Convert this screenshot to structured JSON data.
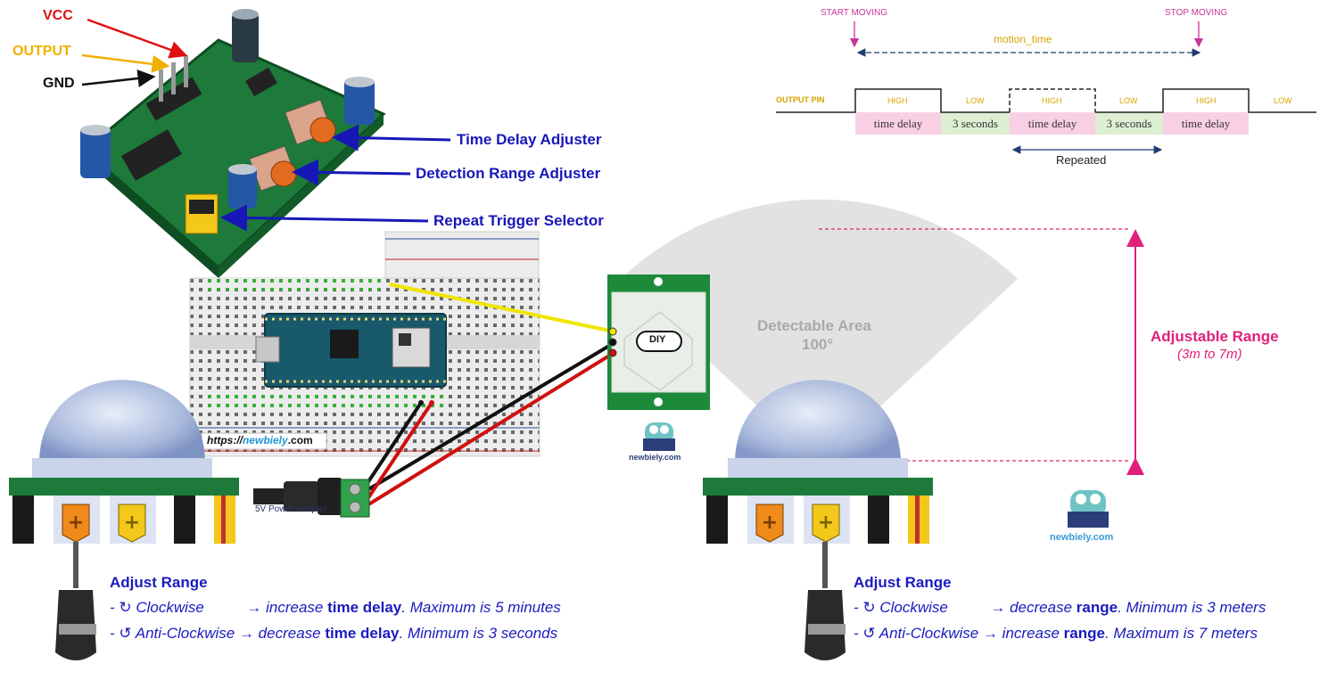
{
  "pins": {
    "vcc": "VCC",
    "output": "OUTPUT",
    "gnd": "GND"
  },
  "callouts": {
    "time_delay": "Time Delay Adjuster",
    "detection_range": "Detection Range Adjuster",
    "repeat_trigger": "Repeat Trigger Selector"
  },
  "timing": {
    "start": "START MOVING",
    "stop": "STOP MOVING",
    "motion_time": "motion_time",
    "output_pin": "OUTPUT PIN",
    "states": [
      "HIGH",
      "LOW",
      "HIGH",
      "LOW",
      "HIGH",
      "LOW"
    ],
    "boxes": [
      "time delay",
      "3 seconds",
      "time delay",
      "3 seconds",
      "time delay"
    ],
    "repeated": "Repeated"
  },
  "breadboard": {
    "url_prefix": "https://",
    "url_brand": "newbiely",
    "url_suffix": ".com"
  },
  "adapter_label": "5V Power Adapter",
  "sensor_logo": "DIY",
  "watermark": "newbiely.com",
  "detect": {
    "title": "Detectable Area",
    "angle": "100°"
  },
  "range": {
    "title": "Adjustable Range",
    "sub": "(3m to 7m)"
  },
  "left_adjust": {
    "title": "Adjust Range",
    "cw_prefix": "- ",
    "cw_sym": "↻",
    "cw_label": "Clockwise",
    "cw_action": "→ increase",
    "cw_bold": "time delay",
    "cw_rest": ". Maximum  is 5 minutes",
    "acw_prefix": "- ",
    "acw_sym": "↺",
    "acw_label": "Anti-Clockwise",
    "acw_action": "→ decrease",
    "acw_bold": "time delay",
    "acw_rest": ". Minimum  is 3 seconds"
  },
  "right_adjust": {
    "title": "Adjust Range",
    "cw_prefix": "- ",
    "cw_sym": "↻",
    "cw_label": "Clockwise",
    "cw_action": "→ decrease",
    "cw_bold": "range",
    "cw_rest": ". Minimum  is 3 meters",
    "acw_prefix": "- ",
    "acw_sym": "↺",
    "acw_label": "Anti-Clockwise",
    "acw_action": "→ increase",
    "acw_bold": "range",
    "acw_rest": ". Maximum is 7 meters"
  },
  "colors": {
    "vcc": "#e01010",
    "output": "#f0b000",
    "gnd": "#111111",
    "callout": "#1717b8",
    "pink": "#e0207a",
    "pcb": "#1d7a3a",
    "high_box": "#f9cfe3",
    "low_box": "#dcefd2"
  }
}
